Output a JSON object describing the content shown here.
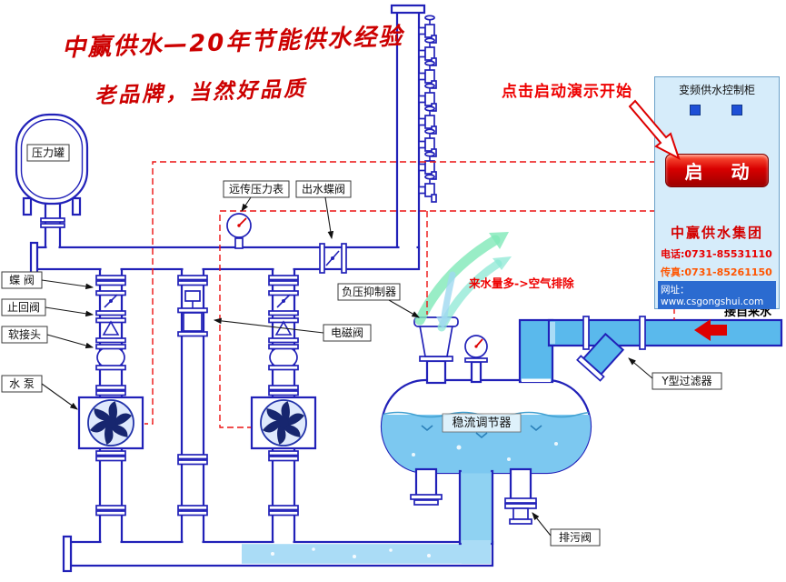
{
  "title": {
    "line1": "中赢供水—20年节能供水经验",
    "line2": "老品牌，当然好品质"
  },
  "demo": {
    "hint": "点击启动演示开始"
  },
  "cabinet": {
    "title": "变频供水控制柜",
    "start_button": "启 动",
    "company": "中赢供水集团",
    "phone": "电话:0731-85531110",
    "fax": "传真:0731-85261150",
    "website": "网址：www.csgongshui.com"
  },
  "labels": {
    "pressure_tank": "压力罐",
    "butterfly_valve": "蝶 阀",
    "check_valve": "止回阀",
    "soft_joint": "软接头",
    "water_pump": "水 泵",
    "remote_gauge": "远传压力表",
    "outlet_valve": "出水蝶阀",
    "solenoid_valve": "电磁阀",
    "vacuum_breaker": "负压抑制器",
    "air_note": "来水量多->空气排除",
    "tap_water": "接自来水",
    "y_filter": "Y型过滤器",
    "flow_tank": "稳流调节器",
    "drain_valve": "排污阀"
  },
  "colors": {
    "accent_red": "#dd0000",
    "pipe_blue": "#2121b8",
    "water_fill": "#5ab9ec",
    "tank_water": "#7cc8f0",
    "cabinet_bg": "#d6ecfa",
    "arrow_green": "#7fe8b8"
  }
}
